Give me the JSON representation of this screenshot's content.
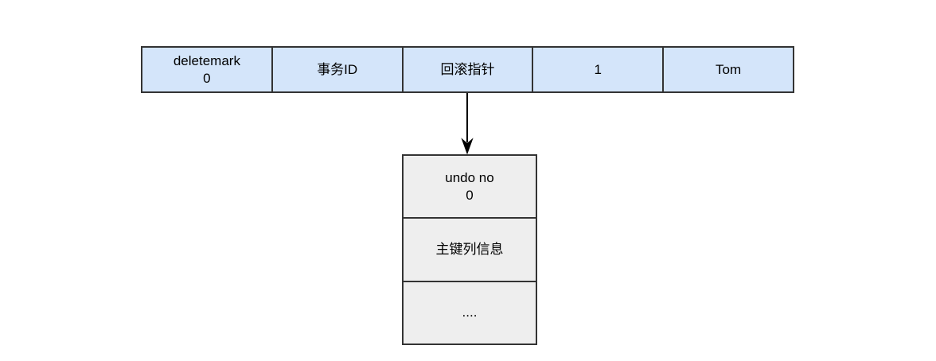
{
  "diagram": {
    "colors": {
      "background": "#ffffff",
      "row_fill": "#d4e5fa",
      "row_border": "#333333",
      "stack_fill": "#eeeeee",
      "stack_border": "#333333",
      "arrow": "#000000",
      "text": "#000000"
    },
    "record_row": {
      "cells": [
        {
          "lines": [
            "deletemark",
            "0"
          ]
        },
        {
          "lines": [
            "事务ID"
          ]
        },
        {
          "lines": [
            "回滚指针"
          ]
        },
        {
          "lines": [
            "1"
          ]
        },
        {
          "lines": [
            "Tom"
          ]
        }
      ]
    },
    "undo_stack": {
      "cells": [
        {
          "lines": [
            "undo no",
            "0"
          ]
        },
        {
          "lines": [
            "主键列信息"
          ]
        },
        {
          "lines": [
            "...."
          ]
        }
      ]
    }
  }
}
